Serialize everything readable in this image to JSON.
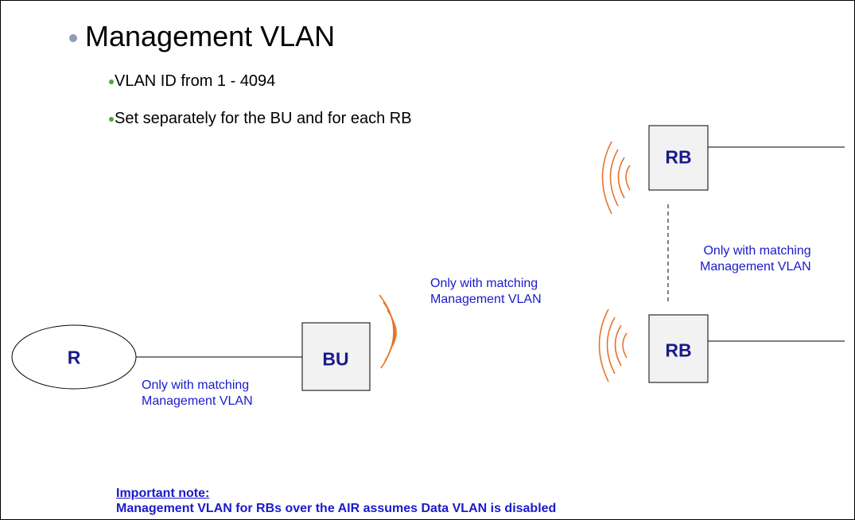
{
  "title": "Management VLAN",
  "bullets": [
    "VLAN ID from 1 - 4094",
    "Set separately for the BU and for each RB"
  ],
  "nodes": {
    "r": "R",
    "bu": "BU",
    "rb_top": "RB",
    "rb_bottom": "RB"
  },
  "notes": {
    "r_bu_line1": "Only with matching",
    "r_bu_line2": "Management VLAN",
    "air_line1": "Only with matching",
    "air_line2": "Management VLAN",
    "rb_rb_line1": "Only with matching",
    "rb_rb_line2": "Management VLAN"
  },
  "important_note": {
    "heading": "Important note:",
    "text": "Management VLAN for RBs over the AIR assumes Data VLAN is disabled"
  },
  "colors": {
    "node_fill": "#f2f2f2",
    "label_navy": "#1a1a8c",
    "note_blue": "#1a1acc",
    "wave_orange": "#e8742a",
    "title_bullet": "#8e9bbf",
    "sub_bullet": "#5a9e4b"
  }
}
